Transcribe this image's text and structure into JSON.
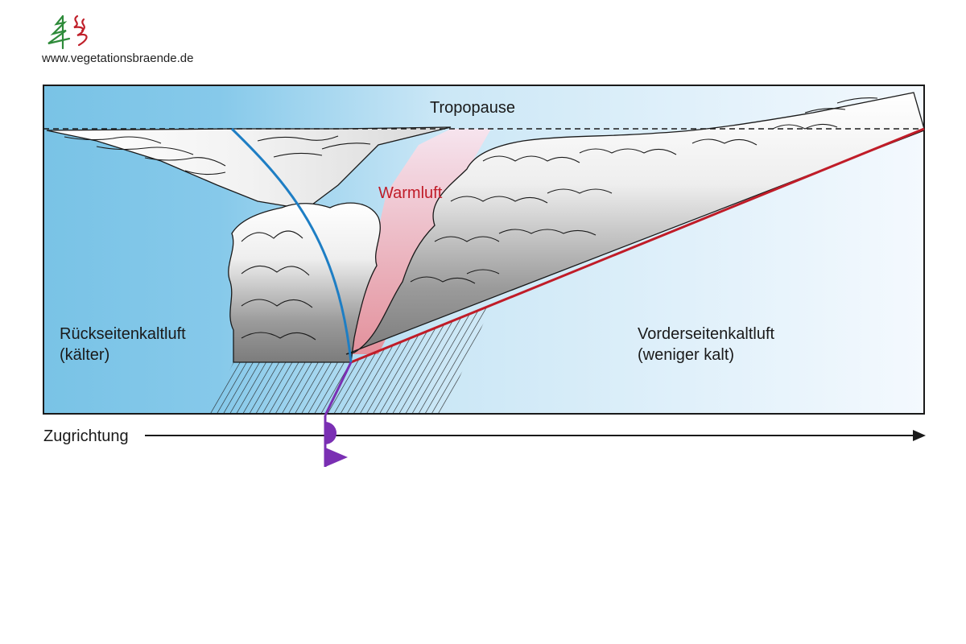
{
  "logo": {
    "url_text": "www.vegetationsbraende.de",
    "colors": {
      "green": "#2e8b3a",
      "red": "#c0202a"
    }
  },
  "diagram": {
    "tropopause_label": "Tropopause",
    "warm_air_label": "Warmluft",
    "rear_cold_air": {
      "line1": "Rückseitenkaltluft",
      "line2": "(kälter)"
    },
    "front_cold_air": {
      "line1": "Vorderseitenkaltluft",
      "line2": "(weniger kalt)"
    },
    "direction_label": "Zugrichtung",
    "colors": {
      "sky_dark": "#79c3e6",
      "sky_light": "#eef6fd",
      "warm_front": "#c01c28",
      "cold_front": "#1e7ec4",
      "occluded_front": "#7a2fb3",
      "warm_air_text": "#c01c28",
      "cloud_grey": "#8a8a8a"
    }
  }
}
